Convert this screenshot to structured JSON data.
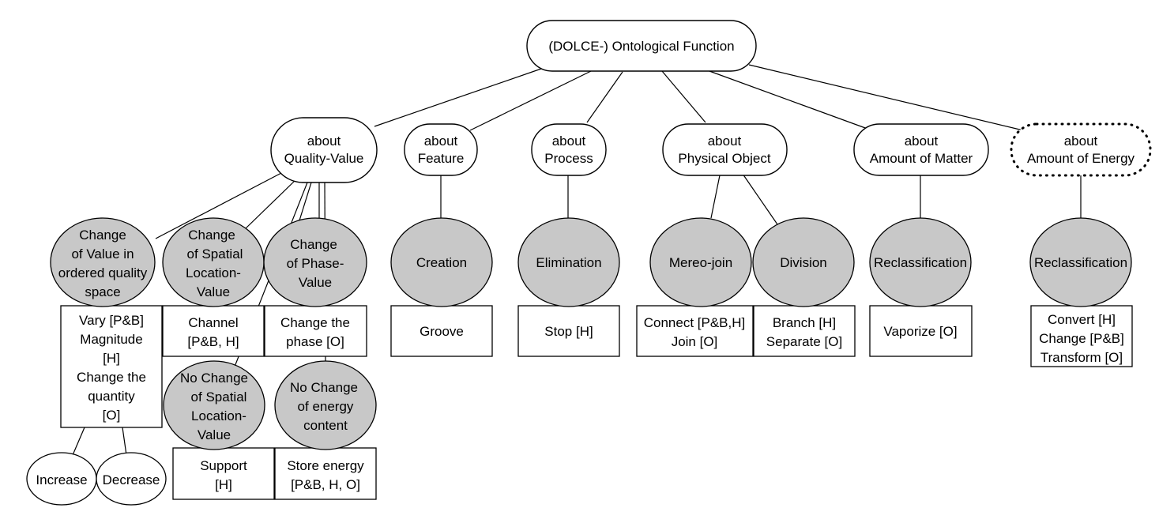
{
  "diagram": {
    "root": {
      "id": "root",
      "lines": [
        "(DOLCE-) Ontological Function"
      ]
    },
    "categories": [
      {
        "id": "quality",
        "lines": [
          "about",
          "Quality-Value"
        ],
        "style": "solid"
      },
      {
        "id": "feature",
        "lines": [
          "about",
          "Feature"
        ],
        "style": "solid"
      },
      {
        "id": "process",
        "lines": [
          "about",
          "Process"
        ],
        "style": "solid"
      },
      {
        "id": "physobj",
        "lines": [
          "about",
          "Physical Object"
        ],
        "style": "solid"
      },
      {
        "id": "matter",
        "lines": [
          "about",
          "Amount of Matter"
        ],
        "style": "solid"
      },
      {
        "id": "energy",
        "lines": [
          "about",
          "Amount of Energy"
        ],
        "style": "dotted"
      }
    ],
    "functions": [
      {
        "id": "f1",
        "parent": "quality",
        "lines": [
          "Change",
          "of Value in",
          "ordered quality",
          "space"
        ],
        "terms": [
          "Vary [P&B]",
          "Magnitude",
          "[H]",
          "Change the",
          "quantity",
          "[O]"
        ]
      },
      {
        "id": "f2",
        "parent": "quality",
        "lines": [
          "Change",
          "of Spatial",
          "Location-",
          "Value"
        ],
        "terms": [
          "Channel",
          "[P&B, H]"
        ]
      },
      {
        "id": "f3",
        "parent": "quality",
        "lines": [
          "Change",
          "of Phase-",
          "Value"
        ],
        "terms": [
          "Change the",
          "phase [O]"
        ]
      },
      {
        "id": "f4",
        "parent": "quality",
        "lines": [
          "No Change",
          "of Spatial",
          "Location-",
          "Value"
        ],
        "terms": [
          "Support",
          "[H]"
        ]
      },
      {
        "id": "f5",
        "parent": "quality",
        "lines": [
          "No Change",
          "of energy",
          "content"
        ],
        "terms": [
          "Store energy",
          "[P&B, H, O]"
        ]
      },
      {
        "id": "f6",
        "parent": "feature",
        "lines": [
          "Creation"
        ],
        "terms": [
          "Groove"
        ]
      },
      {
        "id": "f7",
        "parent": "process",
        "lines": [
          "Elimination"
        ],
        "terms": [
          "Stop [H]"
        ]
      },
      {
        "id": "f8",
        "parent": "physobj",
        "lines": [
          "Mereo-join"
        ],
        "terms": [
          "Connect [P&B,H]",
          "Join [O]"
        ]
      },
      {
        "id": "f9",
        "parent": "physobj",
        "lines": [
          "Division"
        ],
        "terms": [
          "Branch [H]",
          "Separate [O]"
        ]
      },
      {
        "id": "f10",
        "parent": "matter",
        "lines": [
          "Reclassification"
        ],
        "terms": [
          "Vaporize [O]"
        ]
      },
      {
        "id": "f11",
        "parent": "energy",
        "lines": [
          "Reclassification"
        ],
        "terms": [
          "Convert [H]",
          "Change [P&B]",
          "Transform [O]"
        ]
      }
    ],
    "leaves": [
      {
        "id": "l1",
        "parent": "f1",
        "lines": [
          "Increase"
        ]
      },
      {
        "id": "l2",
        "parent": "f1",
        "lines": [
          "Decrease"
        ]
      }
    ]
  }
}
